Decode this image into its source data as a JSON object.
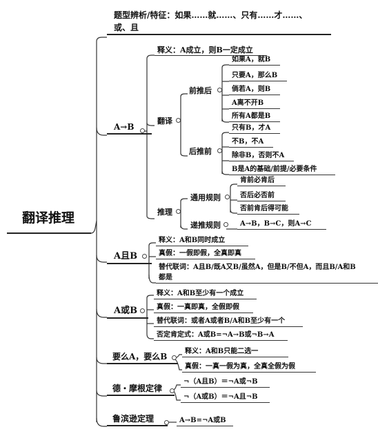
{
  "root": "翻译推理",
  "intro": {
    "line1": "题型辨析/特征：如果……就……、只有……才……、",
    "line2": "或、且"
  },
  "a_to_b": {
    "label": "A→B",
    "meaning": "释义：A成立，则B一定成立",
    "translate": {
      "label": "翻译",
      "forward": {
        "label": "前推后",
        "items": [
          "如果A，就B",
          "只要A，那么B",
          "倘若A，则B",
          "A离不开B",
          "所有A都是B"
        ]
      },
      "backward": {
        "label": "后推前",
        "items": [
          "只有B，才A",
          "不B，不A",
          "除非B，否则不A",
          "B是A的基础/前提/必要条件"
        ]
      }
    },
    "reasoning": {
      "label": "推理",
      "common": {
        "label": "通用规则",
        "items": [
          "肯前必肯后",
          "否后必否前",
          "否前肯后得可能"
        ]
      },
      "transitive": {
        "label": "递推规则",
        "item": "A→B，B→C，则A→C"
      }
    }
  },
  "a_and_b": {
    "label": "A且B",
    "items": [
      "释义：A和B同时成立",
      "真假：一假即假，全真即真"
    ],
    "alt_line1": "替代联词：A且B/既A又B/虽然A，但是B/不但A，而且B/A和B",
    "alt_line2": "都是"
  },
  "a_or_b": {
    "label": "A或B",
    "items": [
      "释义：A和B至少有一个成立",
      "真假：一真即真，全假即假",
      "替代联词：或者A或者B/A和B至少有一个",
      "否定肯定式：A或B=¬A→B或¬B→A"
    ]
  },
  "either_or": {
    "label": "要么A，要么B",
    "items": [
      "释义：A和B只能二选一",
      "真假：一真一假为真，全真全假为假"
    ]
  },
  "de_morgan": {
    "label": "德・摩根定律",
    "items": [
      "¬（A且B）＝¬A或¬B",
      "¬（A或B）＝¬A且¬B"
    ]
  },
  "lubin": {
    "label": "鲁滨逊定理",
    "item": "A→B=¬A或B"
  }
}
